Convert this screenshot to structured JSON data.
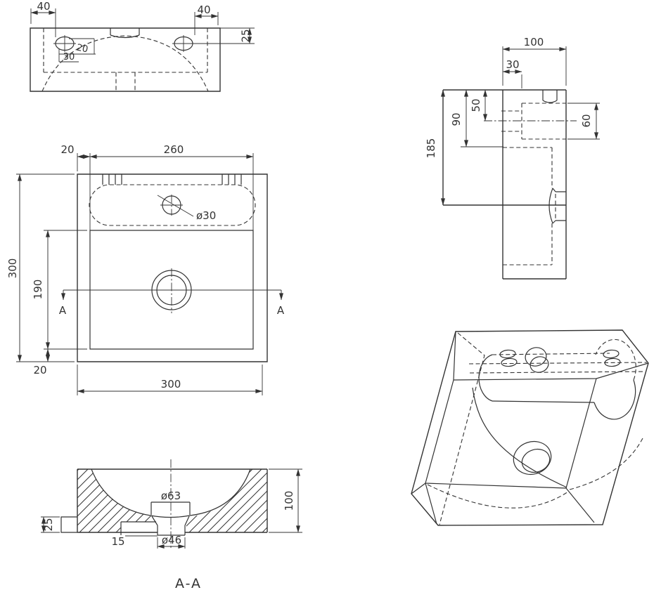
{
  "meta": {
    "background": "#ffffff",
    "line_color": "#333333",
    "drawing_type": "sink technical drawing"
  },
  "views": {
    "front_view": {
      "dims": {
        "hole_offset_left": "40",
        "hole_offset_right": "40",
        "hole_drop": "25",
        "hole_gap": "20",
        "hole_width": "30"
      }
    },
    "plan_view": {
      "dims": {
        "rim_gap_top": "20",
        "basin_width": "260",
        "tap_hole_dia": "ø30",
        "overall_depth": "300",
        "basin_depth": "190",
        "rim_gap_bottom": "20",
        "overall_width": "300"
      },
      "section_marks": {
        "left": "A",
        "right": "A"
      }
    },
    "side_view": {
      "dims": {
        "body_width": "100",
        "slot_offset": "30",
        "tap_center": "50",
        "slot_depth": "90",
        "hole_height": "60",
        "bracket_height": "185"
      }
    },
    "section_view": {
      "label": "A-A",
      "dims": {
        "drain_top_dia": "ø63",
        "drain_pipe_dia": "ø46",
        "recess_depth": "15",
        "flange_thickness": "25",
        "body_height": "100"
      }
    },
    "isometric_view": {}
  }
}
